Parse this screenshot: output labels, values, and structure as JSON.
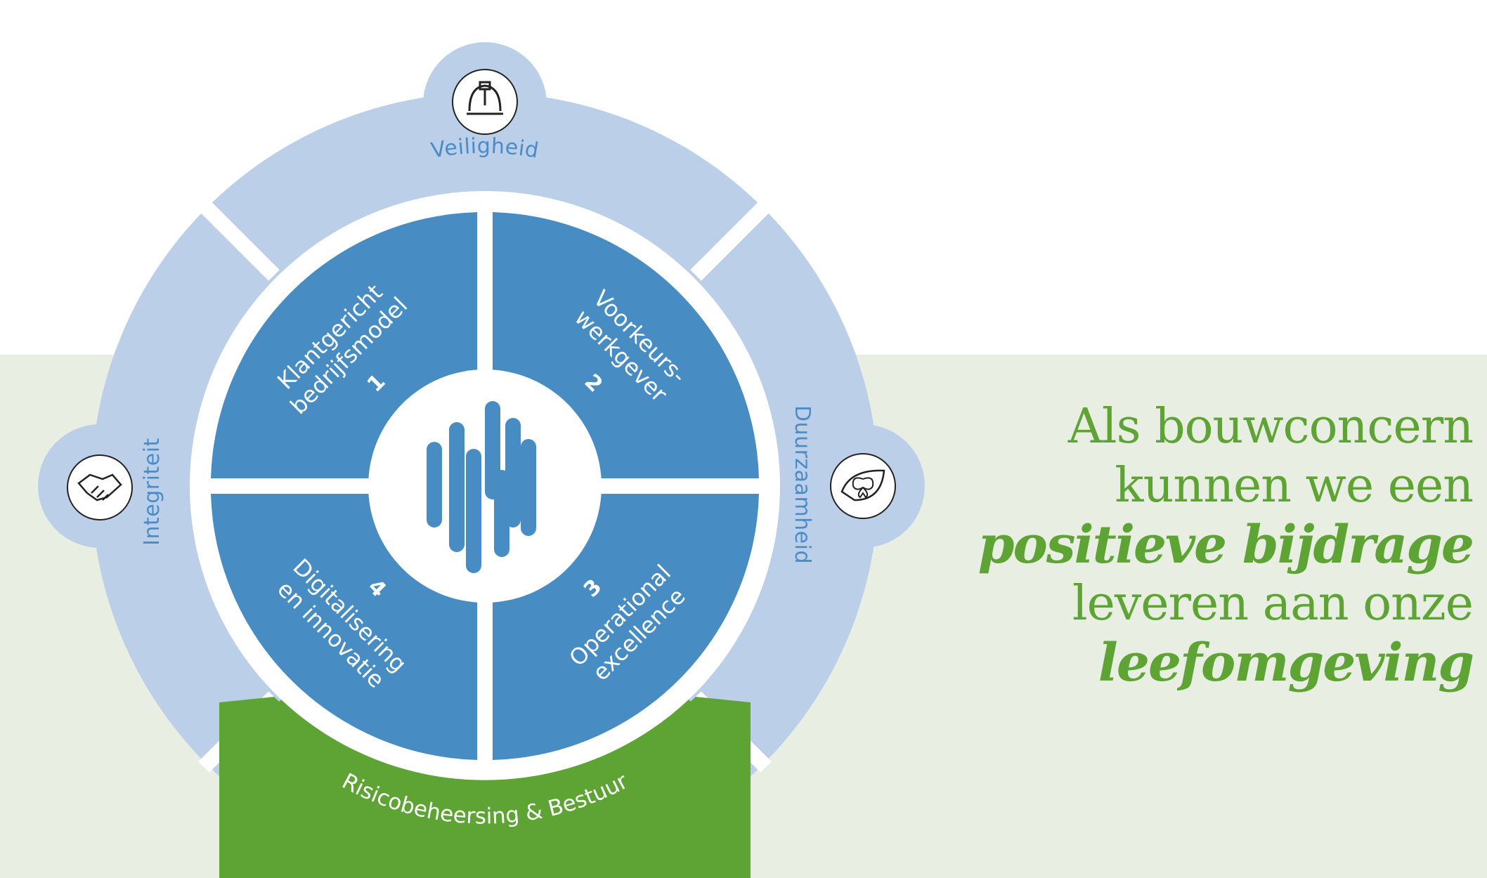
{
  "ring": {
    "top": "Veiligheid",
    "left": "Integriteit",
    "right": "Duurzaamheid",
    "bottom": "Risicobeheersing & Bestuur"
  },
  "quadrants": [
    {
      "number": "1",
      "line1": "Klantgericht",
      "line2": "bedrijfsmodel"
    },
    {
      "number": "2",
      "line1": "Voorkeurs-",
      "line2": "werkgever"
    },
    {
      "number": "3",
      "line1": "Operational",
      "line2": "excellence"
    },
    {
      "number": "4",
      "line1": "Digitalisering",
      "line2": "en innovatie"
    }
  ],
  "icons": {
    "top": "helmet-icon",
    "left": "handshake-icon",
    "right": "butterfly-leaf-icon",
    "center": "company-logo"
  },
  "slogan": {
    "line1": "Als bouwconcern",
    "line2": "kunnen we een",
    "line3": "positieve bijdrage",
    "line4": "leveren aan onze",
    "line5": "leefomgeving"
  },
  "colors": {
    "outer_ring": "#bccfe9",
    "quadrant": "#478dc4",
    "accent_text": "#4a8cc7",
    "green": "#5ea434",
    "band_background": "#e9eee3"
  }
}
